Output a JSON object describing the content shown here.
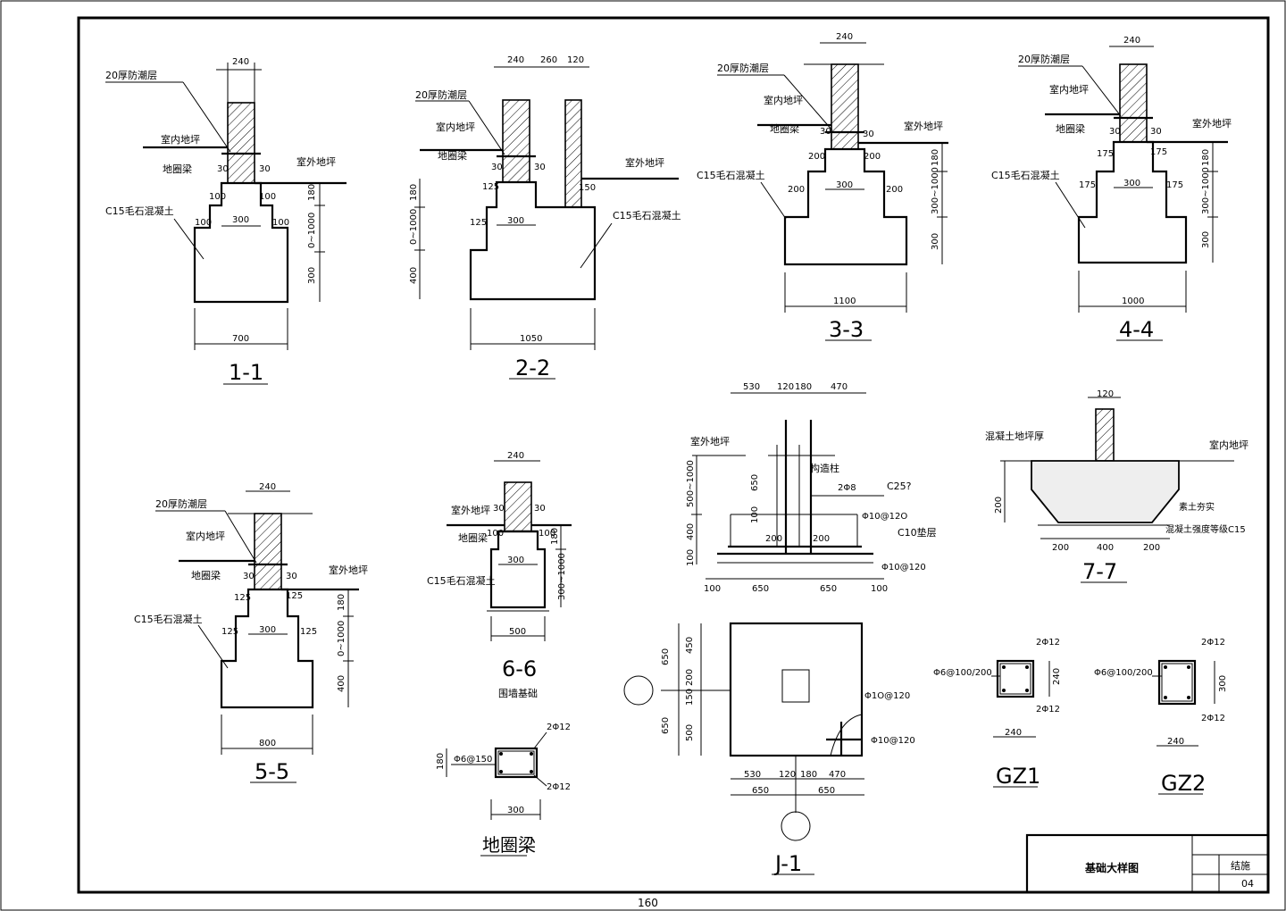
{
  "title_block": {
    "drawing_title": "基础大样图",
    "sheet_type": "结施",
    "sheet_no": "04"
  },
  "bottom_scale": "160",
  "labels": {
    "damp_proof": "20厚防潮层",
    "indoor_floor": "室内地坪",
    "outdoor_floor": "室外地坪",
    "ground_beam": "地圈梁",
    "c15_rubble": "C15毛石混凝土",
    "wall_foundation": "围墙基础",
    "ground_beam_title": "地圈梁",
    "concrete_floor_thk": "混凝土地坪厚",
    "plain_soil": "素土夯实",
    "concrete_grade": "混凝土强度等级C15",
    "structural_col": "构造柱",
    "c25": "C25?",
    "c10": "C10垫层",
    "bar_2phi8": "2Φ8",
    "bar_phi10_120": "Φ10@120",
    "bar_phi10_12o": "Φ10@12O",
    "bar_phi10_120_b": "Φ1O@120",
    "bar_2phi12": "2Φ12",
    "bar_phi6_150": "Φ6@150",
    "bar_phi6_100_200": "Φ6@100/200"
  },
  "sections": {
    "s1": "1-1",
    "s2": "2-2",
    "s3": "3-3",
    "s4": "4-4",
    "s5": "5-5",
    "s6": "6-6",
    "s7": "7-7",
    "j1": "J-1",
    "gz1": "GZ1",
    "gz2": "GZ2"
  },
  "dims": {
    "d240": "240",
    "d260": "260",
    "d120": "120",
    "d30": "30",
    "d100": "100",
    "d125": "125",
    "d150": "150",
    "d175": "175",
    "d200": "200",
    "d300": "300",
    "d400": "400",
    "d180": "180",
    "d500": "500",
    "d530": "530",
    "d470": "470",
    "d450": "450",
    "d650": "650",
    "d700": "700",
    "d800": "800",
    "d1000": "1000",
    "d1050": "1050",
    "d1100": "1100",
    "r0_1000": "0~1000",
    "r300_1000": "300~1000",
    "r500_1000": "500~1000"
  }
}
